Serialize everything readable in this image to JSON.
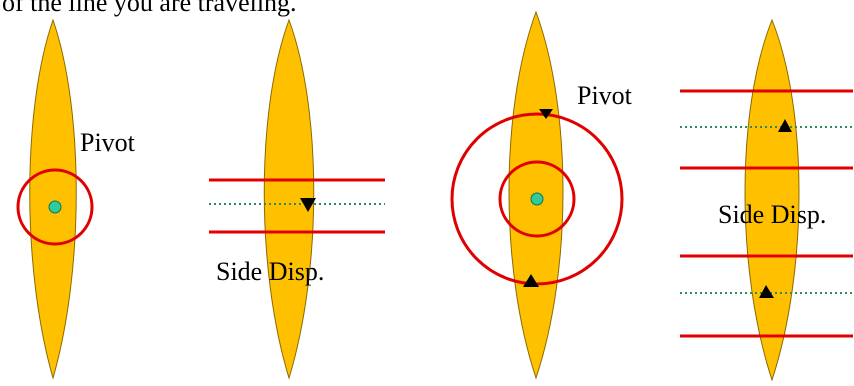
{
  "caption": "of the line you are traveling.",
  "labels": {
    "pivot_left": "Pivot",
    "side_disp_left": "Side Disp.",
    "pivot_right": "Pivot",
    "side_disp_right": "Side Disp."
  },
  "colors": {
    "blade_fill": "#FFC000",
    "blade_stroke": "#8C6A00",
    "line_red": "#E00000",
    "dotted_green": "#2E8B57",
    "pivot_dot": "#2ECC9A",
    "marker": "#000000"
  }
}
